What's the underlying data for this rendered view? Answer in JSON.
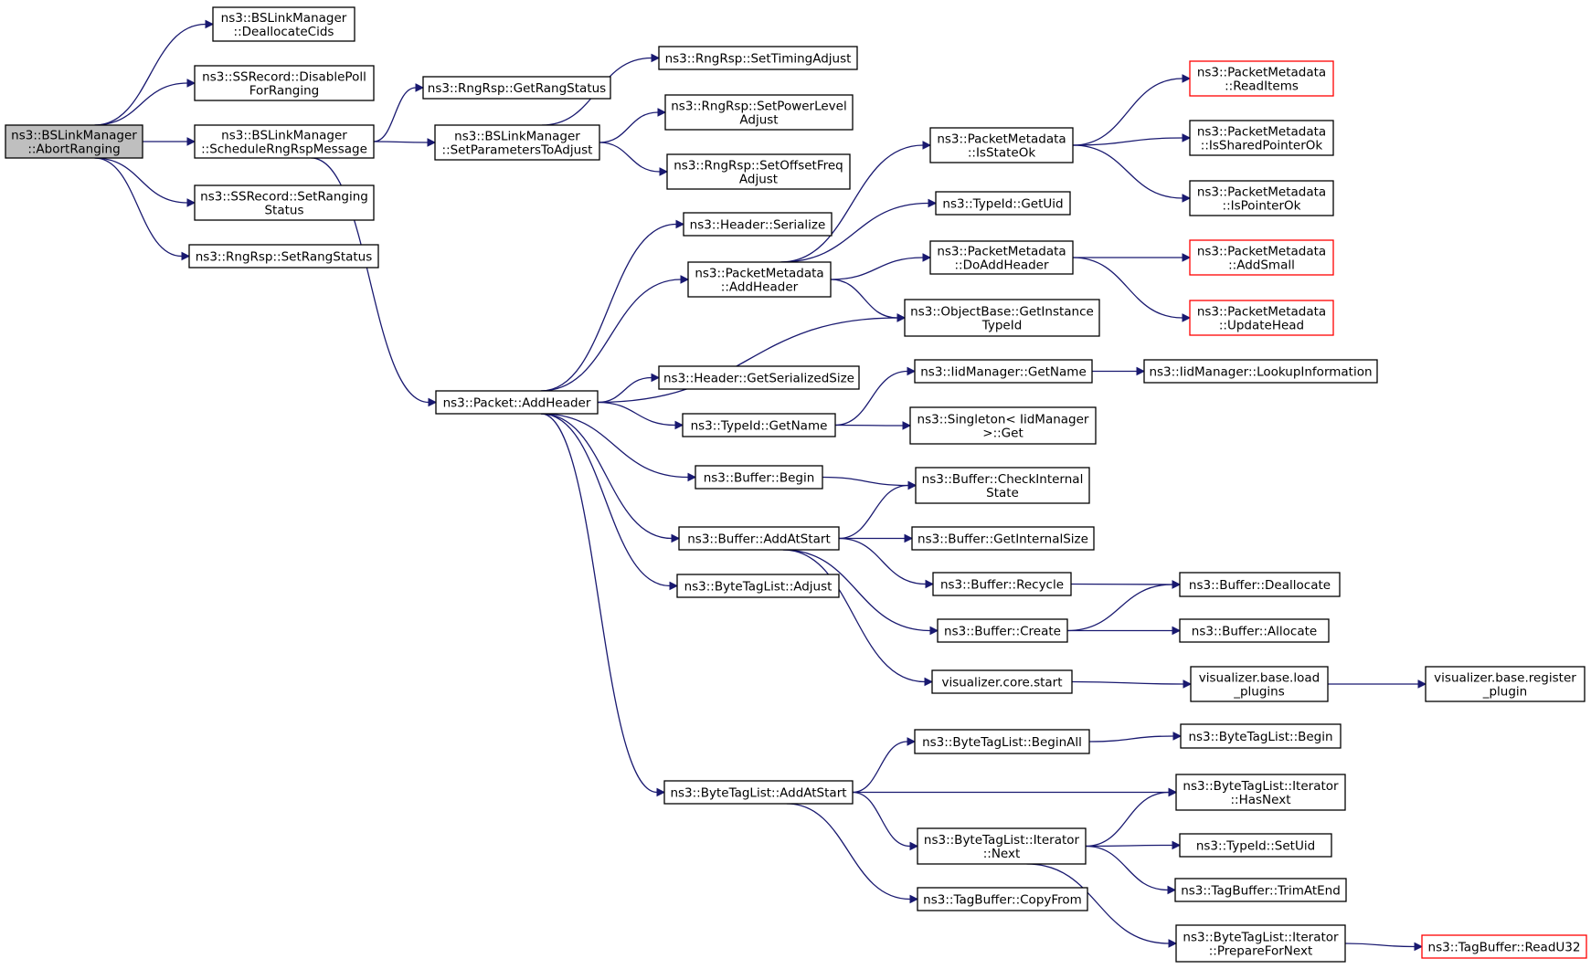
{
  "diagram": {
    "type": "call-graph",
    "colors": {
      "edge": "#191970",
      "root_fill": "#bfbfbf",
      "node_border": "#000000",
      "truncated_border": "#ff0000"
    },
    "nodes": [
      {
        "id": "abort",
        "lines": [
          "ns3::BSLinkManager",
          "::AbortRanging"
        ],
        "root": true
      },
      {
        "id": "dealloccids",
        "lines": [
          "ns3::BSLinkManager",
          "::DeallocateCids"
        ]
      },
      {
        "id": "disablepoll",
        "lines": [
          "ns3::SSRecord::DisablePoll",
          "ForRanging"
        ]
      },
      {
        "id": "schedrng",
        "lines": [
          "ns3::BSLinkManager",
          "::ScheduleRngRspMessage"
        ]
      },
      {
        "id": "setranging",
        "lines": [
          "ns3::SSRecord::SetRanging",
          "Status"
        ]
      },
      {
        "id": "setrangstatus",
        "lines": [
          "ns3::RngRsp::SetRangStatus"
        ]
      },
      {
        "id": "getrangstatus",
        "lines": [
          "ns3::RngRsp::GetRangStatus"
        ]
      },
      {
        "id": "setparams",
        "lines": [
          "ns3::BSLinkManager",
          "::SetParametersToAdjust"
        ]
      },
      {
        "id": "settiming",
        "lines": [
          "ns3::RngRsp::SetTimingAdjust"
        ]
      },
      {
        "id": "setpower",
        "lines": [
          "ns3::RngRsp::SetPowerLevel",
          "Adjust"
        ]
      },
      {
        "id": "setoffset",
        "lines": [
          "ns3::RngRsp::SetOffsetFreq",
          "Adjust"
        ]
      },
      {
        "id": "pktaddheader",
        "lines": [
          "ns3::Packet::AddHeader"
        ]
      },
      {
        "id": "hdrserialize",
        "lines": [
          "ns3::Header::Serialize"
        ]
      },
      {
        "id": "pmaddheader",
        "lines": [
          "ns3::PacketMetadata",
          "::AddHeader"
        ]
      },
      {
        "id": "isstateok",
        "lines": [
          "ns3::PacketMetadata",
          "::IsStateOk"
        ]
      },
      {
        "id": "getuid",
        "lines": [
          "ns3::TypeId::GetUid"
        ]
      },
      {
        "id": "doaddheader",
        "lines": [
          "ns3::PacketMetadata",
          "::DoAddHeader"
        ]
      },
      {
        "id": "getinstance",
        "lines": [
          "ns3::ObjectBase::GetInstance",
          "TypeId"
        ]
      },
      {
        "id": "readitems",
        "lines": [
          "ns3::PacketMetadata",
          "::ReadItems"
        ],
        "truncated": true
      },
      {
        "id": "issharedptr",
        "lines": [
          "ns3::PacketMetadata",
          "::IsSharedPointerOk"
        ]
      },
      {
        "id": "isptrok",
        "lines": [
          "ns3::PacketMetadata",
          "::IsPointerOk"
        ]
      },
      {
        "id": "addsmall",
        "lines": [
          "ns3::PacketMetadata",
          "::AddSmall"
        ],
        "truncated": true
      },
      {
        "id": "updatehead",
        "lines": [
          "ns3::PacketMetadata",
          "::UpdateHead"
        ],
        "truncated": true
      },
      {
        "id": "getsersize",
        "lines": [
          "ns3::Header::GetSerializedSize"
        ]
      },
      {
        "id": "iidgetname",
        "lines": [
          "ns3::IidManager::GetName"
        ]
      },
      {
        "id": "lookupinfo",
        "lines": [
          "ns3::IidManager::LookupInformation"
        ]
      },
      {
        "id": "typeidgetname",
        "lines": [
          "ns3::TypeId::GetName"
        ]
      },
      {
        "id": "singleton",
        "lines": [
          "ns3::Singleton< IidManager",
          ">::Get"
        ]
      },
      {
        "id": "bufbegin",
        "lines": [
          "ns3::Buffer::Begin"
        ]
      },
      {
        "id": "checkinternal",
        "lines": [
          "ns3::Buffer::CheckInternal",
          "State"
        ]
      },
      {
        "id": "addatstart",
        "lines": [
          "ns3::Buffer::AddAtStart"
        ]
      },
      {
        "id": "getinternalsize",
        "lines": [
          "ns3::Buffer::GetInternalSize"
        ]
      },
      {
        "id": "recycle",
        "lines": [
          "ns3::Buffer::Recycle"
        ]
      },
      {
        "id": "deallocate",
        "lines": [
          "ns3::Buffer::Deallocate"
        ]
      },
      {
        "id": "create",
        "lines": [
          "ns3::Buffer::Create"
        ]
      },
      {
        "id": "allocate",
        "lines": [
          "ns3::Buffer::Allocate"
        ]
      },
      {
        "id": "btladjust",
        "lines": [
          "ns3::ByteTagList::Adjust"
        ]
      },
      {
        "id": "vizstart",
        "lines": [
          "visualizer.core.start"
        ]
      },
      {
        "id": "vizload",
        "lines": [
          "visualizer.base.load",
          "_plugins"
        ]
      },
      {
        "id": "vizreg",
        "lines": [
          "visualizer.base.register",
          "_plugin"
        ]
      },
      {
        "id": "beginall",
        "lines": [
          "ns3::ByteTagList::BeginAll"
        ]
      },
      {
        "id": "btlbegin",
        "lines": [
          "ns3::ByteTagList::Begin"
        ]
      },
      {
        "id": "btladdatstart",
        "lines": [
          "ns3::ByteTagList::AddAtStart"
        ]
      },
      {
        "id": "hasnext",
        "lines": [
          "ns3::ByteTagList::Iterator",
          "::HasNext"
        ]
      },
      {
        "id": "itnext",
        "lines": [
          "ns3::ByteTagList::Iterator",
          "::Next"
        ]
      },
      {
        "id": "setuid",
        "lines": [
          "ns3::TypeId::SetUid"
        ]
      },
      {
        "id": "trimatend",
        "lines": [
          "ns3::TagBuffer::TrimAtEnd"
        ]
      },
      {
        "id": "copyfrom",
        "lines": [
          "ns3::TagBuffer::CopyFrom"
        ]
      },
      {
        "id": "prepnext",
        "lines": [
          "ns3::ByteTagList::Iterator",
          "::PrepareForNext"
        ]
      },
      {
        "id": "readu32",
        "lines": [
          "ns3::TagBuffer::ReadU32"
        ],
        "truncated": true
      }
    ],
    "edges": [
      [
        "abort",
        "dealloccids"
      ],
      [
        "abort",
        "disablepoll"
      ],
      [
        "abort",
        "schedrng"
      ],
      [
        "abort",
        "setranging"
      ],
      [
        "abort",
        "setrangstatus"
      ],
      [
        "schedrng",
        "getrangstatus"
      ],
      [
        "schedrng",
        "setparams"
      ],
      [
        "schedrng",
        "pktaddheader"
      ],
      [
        "setparams",
        "settiming"
      ],
      [
        "setparams",
        "setpower"
      ],
      [
        "setparams",
        "setoffset"
      ],
      [
        "pktaddheader",
        "hdrserialize"
      ],
      [
        "pktaddheader",
        "pmaddheader"
      ],
      [
        "pktaddheader",
        "getinstance"
      ],
      [
        "pktaddheader",
        "getsersize"
      ],
      [
        "pktaddheader",
        "typeidgetname"
      ],
      [
        "pktaddheader",
        "bufbegin"
      ],
      [
        "pktaddheader",
        "addatstart"
      ],
      [
        "pktaddheader",
        "btladjust"
      ],
      [
        "pktaddheader",
        "btladdatstart"
      ],
      [
        "pmaddheader",
        "isstateok"
      ],
      [
        "pmaddheader",
        "getuid"
      ],
      [
        "pmaddheader",
        "doaddheader"
      ],
      [
        "pmaddheader",
        "getinstance"
      ],
      [
        "isstateok",
        "readitems"
      ],
      [
        "isstateok",
        "issharedptr"
      ],
      [
        "isstateok",
        "isptrok"
      ],
      [
        "doaddheader",
        "addsmall"
      ],
      [
        "doaddheader",
        "updatehead"
      ],
      [
        "typeidgetname",
        "iidgetname"
      ],
      [
        "typeidgetname",
        "singleton"
      ],
      [
        "iidgetname",
        "lookupinfo"
      ],
      [
        "bufbegin",
        "checkinternal"
      ],
      [
        "addatstart",
        "checkinternal"
      ],
      [
        "addatstart",
        "getinternalsize"
      ],
      [
        "addatstart",
        "recycle"
      ],
      [
        "addatstart",
        "create"
      ],
      [
        "addatstart",
        "vizstart"
      ],
      [
        "recycle",
        "deallocate"
      ],
      [
        "create",
        "deallocate"
      ],
      [
        "create",
        "allocate"
      ],
      [
        "vizstart",
        "vizload"
      ],
      [
        "vizload",
        "vizreg"
      ],
      [
        "btladdatstart",
        "beginall"
      ],
      [
        "btladdatstart",
        "hasnext"
      ],
      [
        "btladdatstart",
        "itnext"
      ],
      [
        "btladdatstart",
        "copyfrom"
      ],
      [
        "beginall",
        "btlbegin"
      ],
      [
        "itnext",
        "hasnext"
      ],
      [
        "itnext",
        "setuid"
      ],
      [
        "itnext",
        "trimatend"
      ],
      [
        "itnext",
        "prepnext"
      ],
      [
        "prepnext",
        "readu32"
      ]
    ]
  }
}
